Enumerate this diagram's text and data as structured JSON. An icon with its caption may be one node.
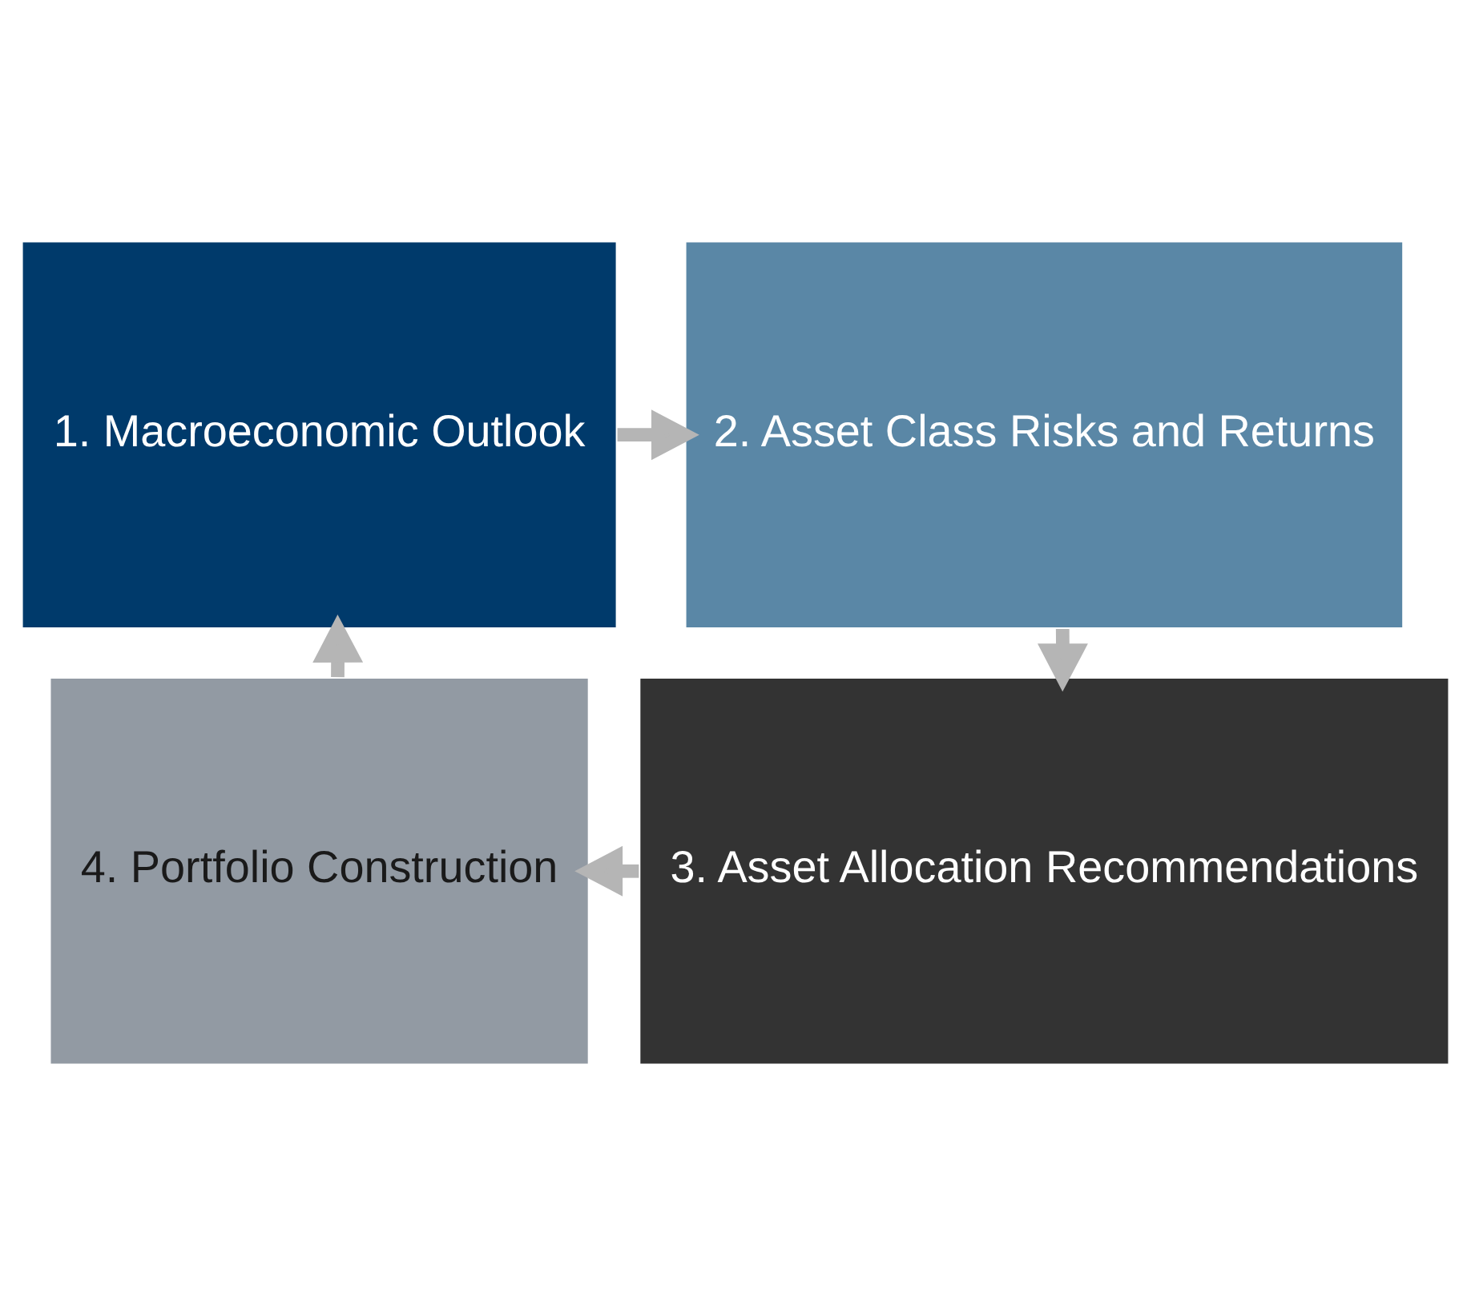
{
  "diagram": {
    "nodes": [
      {
        "text": [
          "1. Macroeconomic Outlook"
        ]
      },
      {
        "text": [
          "2. Asset Class Risks and Returns"
        ]
      },
      {
        "text": [
          "3. Asset Allocation Recommendations"
        ]
      },
      {
        "text": [
          "4. Portfolio Construction"
        ]
      }
    ],
    "edges": [
      {
        "from": 0,
        "to": 1,
        "arrow": "to"
      },
      {
        "from": 1,
        "to": 2,
        "arrow": "to"
      },
      {
        "from": 2,
        "to": 3,
        "arrow": "to"
      },
      {
        "from": 3,
        "to": 0,
        "arrow": "to"
      }
    ]
  }
}
